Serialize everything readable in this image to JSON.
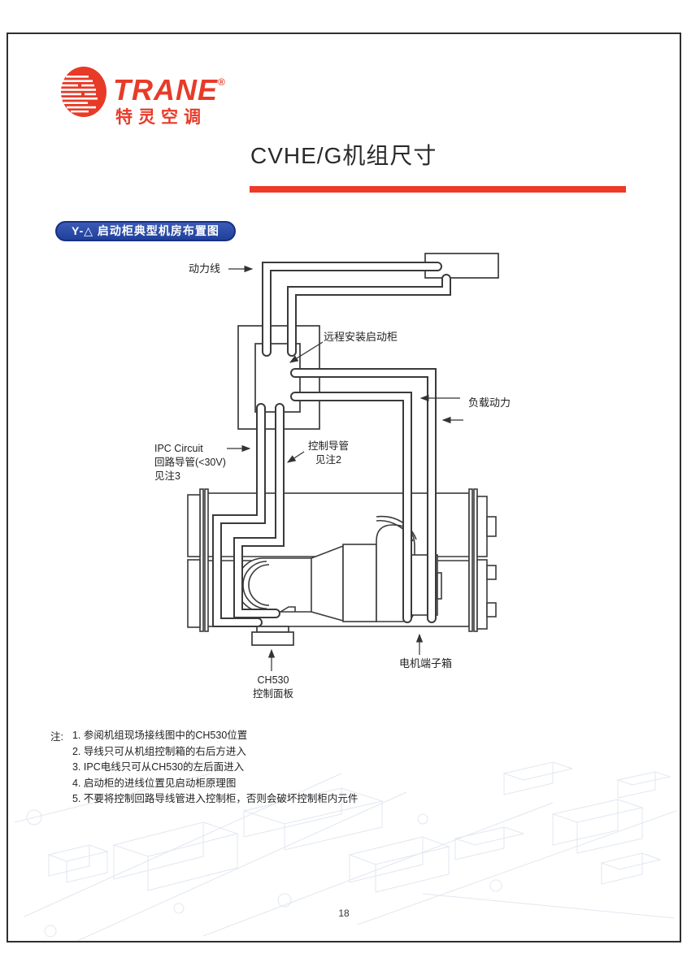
{
  "logo": {
    "brand": "TRANE",
    "registered": "®",
    "subtitle": "特灵空调",
    "color": "#e73b28"
  },
  "title": {
    "text": "CVHE/G机组尺寸",
    "underline_color": "#ee3a27"
  },
  "section_badge": {
    "text": "Y-△ 启动柜典型机房布置图",
    "bg": "#2b4aa5"
  },
  "diagram": {
    "labels": {
      "power_line": "动力线",
      "remote_starter": "远程安装启动柜",
      "load_power": "负载动力",
      "ipc_line1": "IPC Circuit",
      "ipc_line2": "回路导管(<30V)",
      "ipc_line3": "见注3",
      "control_conduit_line1": "控制导管",
      "control_conduit_line2": "见注2",
      "ch530_line1": "CH530",
      "ch530_line2": "控制面板",
      "motor_terminal_box": "电机端子箱"
    }
  },
  "notes": {
    "label": "注:",
    "items": [
      "1. 参阅机组现场接线图中的CH530位置",
      "2. 导线只可从机组控制箱的右后方进入",
      "3. IPC电线只可从CH530的左后面进入",
      "4. 启动柜的进线位置见启动柜原理图",
      "5. 不要将控制回路导线管进入控制柜，否则会破坏控制柜内元件"
    ]
  },
  "page": {
    "number": "18"
  }
}
